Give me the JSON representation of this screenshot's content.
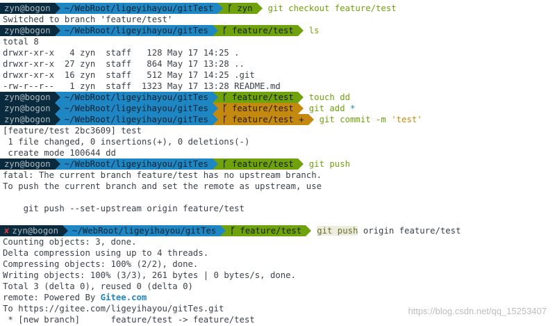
{
  "prompt": {
    "user": "zyn@bogon",
    "path_full": "~/WebRoot/ligeyihayou/gitTest",
    "path_trunc": "~/WebRoot/ligeyihayou/gitTes",
    "branch_icon": "git-branch-icon",
    "error_mark": "✘",
    "dirty_plus": "+"
  },
  "branches": {
    "zyn": "zyn",
    "feature": "feature/test"
  },
  "commands": {
    "checkout": "git checkout feature/test",
    "ls": "ls",
    "touch": "touch dd",
    "add_cmd": "git add ",
    "add_star": "*",
    "commit_cmd": "git commit -m ",
    "commit_msg": "'test'",
    "push": "git push",
    "push_origin_hl": "git push",
    "push_origin_rest": " origin feature/test"
  },
  "output": {
    "switched": "Switched to branch 'feature/test'",
    "total": "total 8",
    "ls_rows": [
      "drwxr-xr-x   4 zyn  staff   128 May 17 14:25 .",
      "drwxr-xr-x  27 zyn  staff   864 May 17 13:28 ..",
      "drwxr-xr-x  16 zyn  staff   512 May 17 14:25 .git",
      "-rw-r--r--   1 zyn  staff  1323 May 17 13:28 README.md"
    ],
    "commit1": "[feature/test 2bc3609] test",
    "commit2": " 1 file changed, 0 insertions(+), 0 deletions(-)",
    "commit3": " create mode 100644 dd",
    "fatal1": "fatal: The current branch feature/test has no upstream branch.",
    "fatal2": "To push the current branch and set the remote as upstream, use",
    "fatal3": "    git push --set-upstream origin feature/test",
    "push1": "Counting objects: 3, done.",
    "push2": "Delta compression using up to 4 threads.",
    "push3": "Compressing objects: 100% (2/2), done.",
    "push4": "Writing objects: 100% (3/3), 261 bytes | 0 bytes/s, done.",
    "push5": "Total 3 (delta 0), reused 0 (delta 0)",
    "push6_prefix": "remote: Powered By ",
    "push6_brand": "Gitee.com",
    "push7": "To https://gitee.com/ligeyihayou/gitTes.git",
    "push8": " * [new branch]      feature/test -> feature/test"
  },
  "watermark": "https://blog.csdn.net/qq_15253407",
  "colors": {
    "user_bg": "#0a2a3d",
    "path_bg": "#1e86c3",
    "git_clean": "#6fa20c",
    "git_dirty": "#c4890f",
    "error": "#d63a33"
  }
}
